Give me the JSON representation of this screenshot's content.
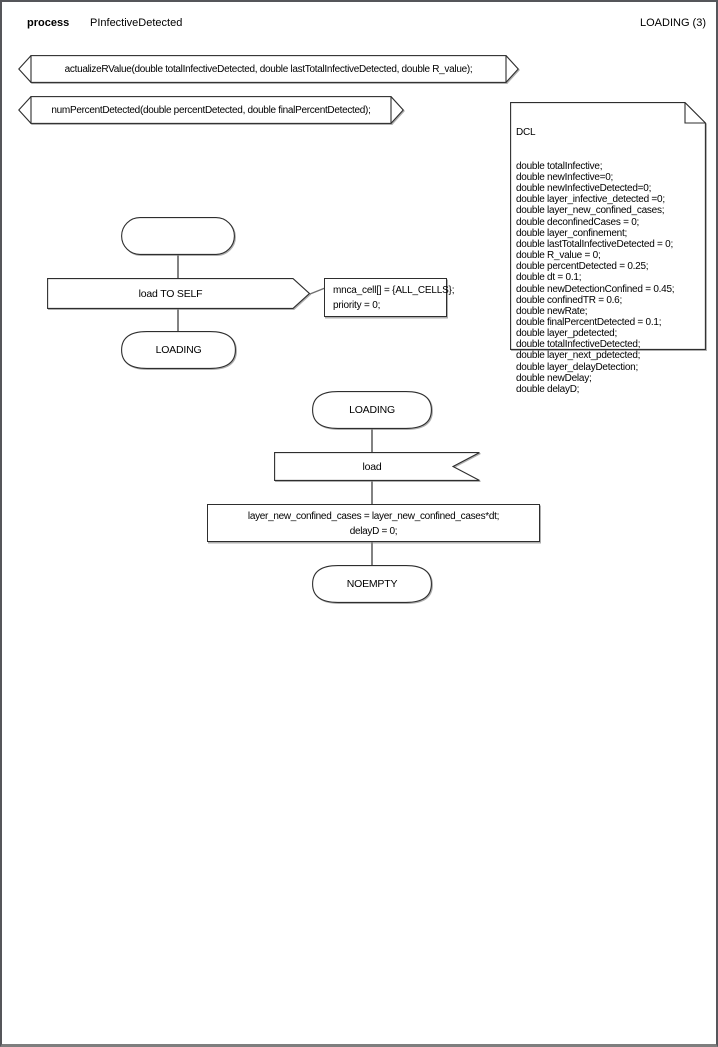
{
  "header": {
    "kind_label": "process",
    "process_name": "PInfectiveDetected",
    "page_label": "LOADING (3)"
  },
  "procedures": {
    "actualize_r_value": "actualizeRValue(double totalInfectiveDetected, double lastTotalInfectiveDetected, double R_value);",
    "num_percent_detected": "numPercentDetected(double percentDetected, double finalPercentDetected);"
  },
  "declarations": {
    "keyword": "DCL",
    "lines": [
      "double totalInfective;",
      "double newInfective=0;",
      "double newInfectiveDetected=0;",
      "double layer_infective_detected =0;",
      "double layer_new_confined_cases;",
      "double deconfinedCases = 0;",
      "double layer_confinement;",
      "double lastTotalInfectiveDetected = 0;",
      "double R_value = 0;",
      "double percentDetected = 0.25;",
      "double dt = 0.1;",
      "double newDetectionConfined = 0.45;",
      "double confinedTR = 0.6;",
      "double newRate;",
      "double finalPercentDetected = 0.1;",
      "double layer_pdetected;",
      "double totalInfectiveDetected;",
      "double layer_next_pdetected;",
      "double layer_delayDetection;",
      "double newDelay;",
      "double delayD;"
    ]
  },
  "start_flow": {
    "output_label": "load TO SELF",
    "comment_lines": [
      "mnca_cell[] = {ALL_CELLS};",
      "priority = 0;"
    ],
    "next_state_label": "LOADING"
  },
  "loading_flow": {
    "state_label": "LOADING",
    "input_label": "load",
    "task_lines": [
      "layer_new_confined_cases = layer_new_confined_cases*dt;",
      "delayD = 0;"
    ],
    "next_state_label": "NOEMPTY"
  },
  "colors": {
    "shape_stroke": "#2e2e2e",
    "connector_gray": "#828282",
    "shadow_gray": "#aeaeae",
    "page_border": "#55565a"
  }
}
